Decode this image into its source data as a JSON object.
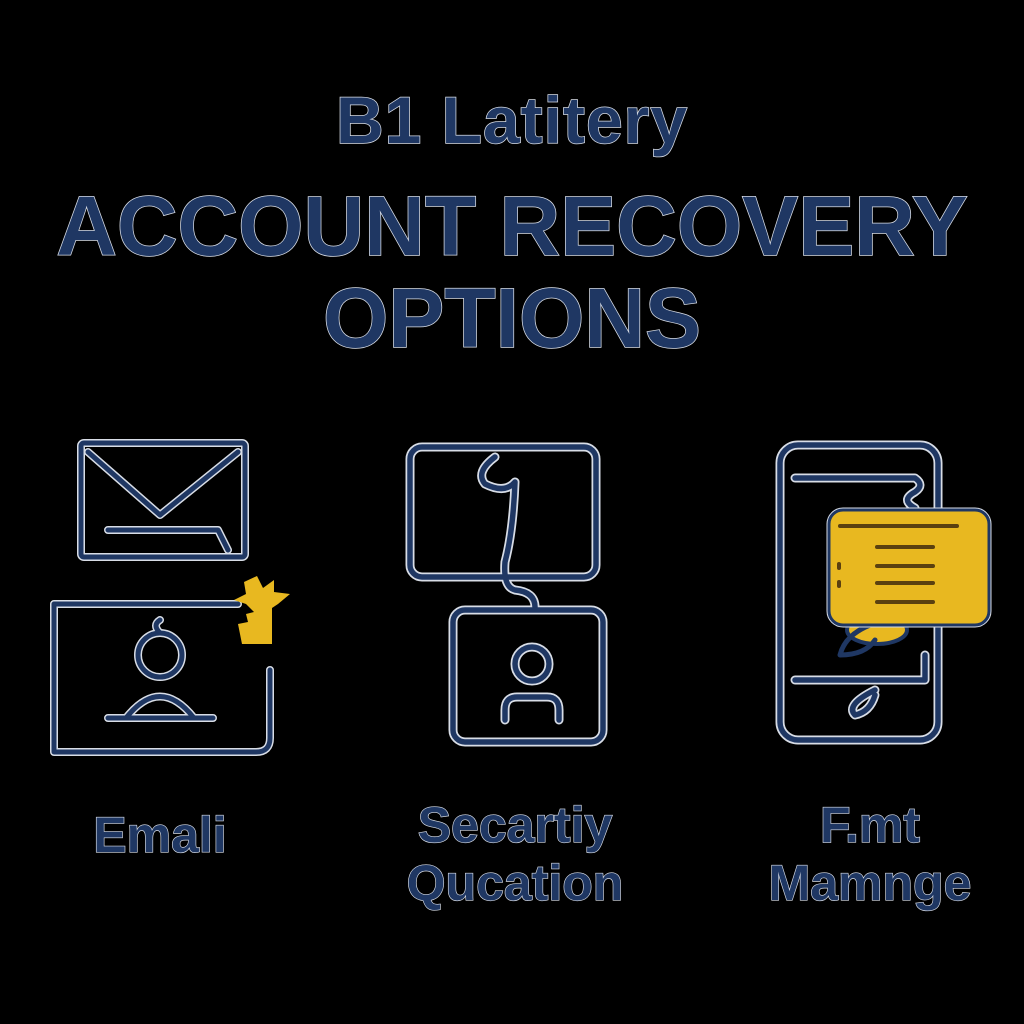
{
  "header": {
    "brand": "B1 Latitery",
    "title_line1": "ACCOUNT RECOVERY",
    "title_line2": "OPTIONS"
  },
  "options": [
    {
      "id": "email",
      "label": "Emali",
      "icon": "envelope-and-user-card-icon"
    },
    {
      "id": "security-question",
      "label_line1": "Secartiy",
      "label_line2": "Qucation",
      "icon": "question-and-user-card-icon"
    },
    {
      "id": "text-message",
      "label_line1": "F.mt",
      "label_line2": "Mamnge",
      "icon": "phone-with-message-icon"
    }
  ],
  "colors": {
    "background": "#000000",
    "primary_navy": "#1f3763",
    "outline": "#d8dde6",
    "accent_yellow": "#e8b820"
  }
}
